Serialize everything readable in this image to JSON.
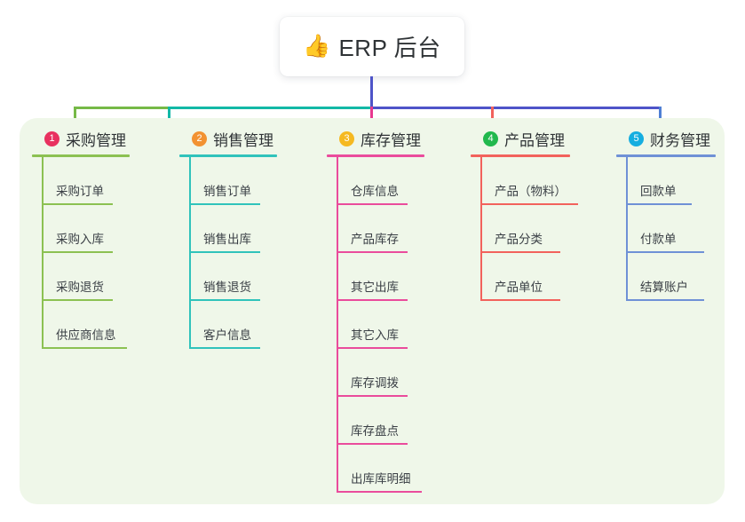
{
  "root": {
    "emoji": "👍",
    "emoji_name": "thumbs-up-icon",
    "label": "ERP 后台"
  },
  "colors": {
    "panel_bg": "#eff7e9",
    "page_bg": "#ffffff",
    "text": "#2f3336",
    "bus_left_green": "#76b947",
    "bus_teal": "#12b8a6",
    "bus_indigo": "#4e54c8",
    "drop_pink": "#e8388f",
    "drop_red": "#f2625c",
    "drop_blue": "#4f7fd4"
  },
  "columns": [
    {
      "index": "1",
      "title": "采购管理",
      "badge_color": "#e8315f",
      "line_color": "#8cc152",
      "leaves": [
        {
          "label": "采购订单",
          "rule_width": 80
        },
        {
          "label": "采购入库",
          "rule_width": 80
        },
        {
          "label": "采购退货",
          "rule_width": 80
        },
        {
          "label": "供应商信息",
          "rule_width": 96
        }
      ]
    },
    {
      "index": "2",
      "title": "销售管理",
      "badge_color": "#f29232",
      "line_color": "#30c3bb",
      "leaves": [
        {
          "label": "销售订单",
          "rule_width": 80
        },
        {
          "label": "销售出库",
          "rule_width": 80
        },
        {
          "label": "销售退货",
          "rule_width": 80
        },
        {
          "label": "客户信息",
          "rule_width": 80
        }
      ]
    },
    {
      "index": "3",
      "title": "库存管理",
      "badge_color": "#f5b921",
      "line_color": "#ea4c9c",
      "leaves": [
        {
          "label": "仓库信息",
          "rule_width": 80
        },
        {
          "label": "产品库存",
          "rule_width": 80
        },
        {
          "label": "其它出库",
          "rule_width": 80
        },
        {
          "label": "其它入库",
          "rule_width": 80
        },
        {
          "label": "库存调拨",
          "rule_width": 80
        },
        {
          "label": "库存盘点",
          "rule_width": 80
        },
        {
          "label": "出库库明细",
          "rule_width": 96
        }
      ]
    },
    {
      "index": "4",
      "title": "产品管理",
      "badge_color": "#21b84d",
      "line_color": "#f2625c",
      "leaves": [
        {
          "label": "产品（物料）",
          "rule_width": 110
        },
        {
          "label": "产品分类",
          "rule_width": 90
        },
        {
          "label": "产品单位",
          "rule_width": 90
        }
      ]
    },
    {
      "index": "5",
      "title": "财务管理",
      "badge_color": "#16aee0",
      "line_color": "#6f91d6",
      "leaves": [
        {
          "label": "回款单",
          "rule_width": 74
        },
        {
          "label": "付款单",
          "rule_width": 88
        },
        {
          "label": "结算账户",
          "rule_width": 88
        }
      ]
    }
  ]
}
